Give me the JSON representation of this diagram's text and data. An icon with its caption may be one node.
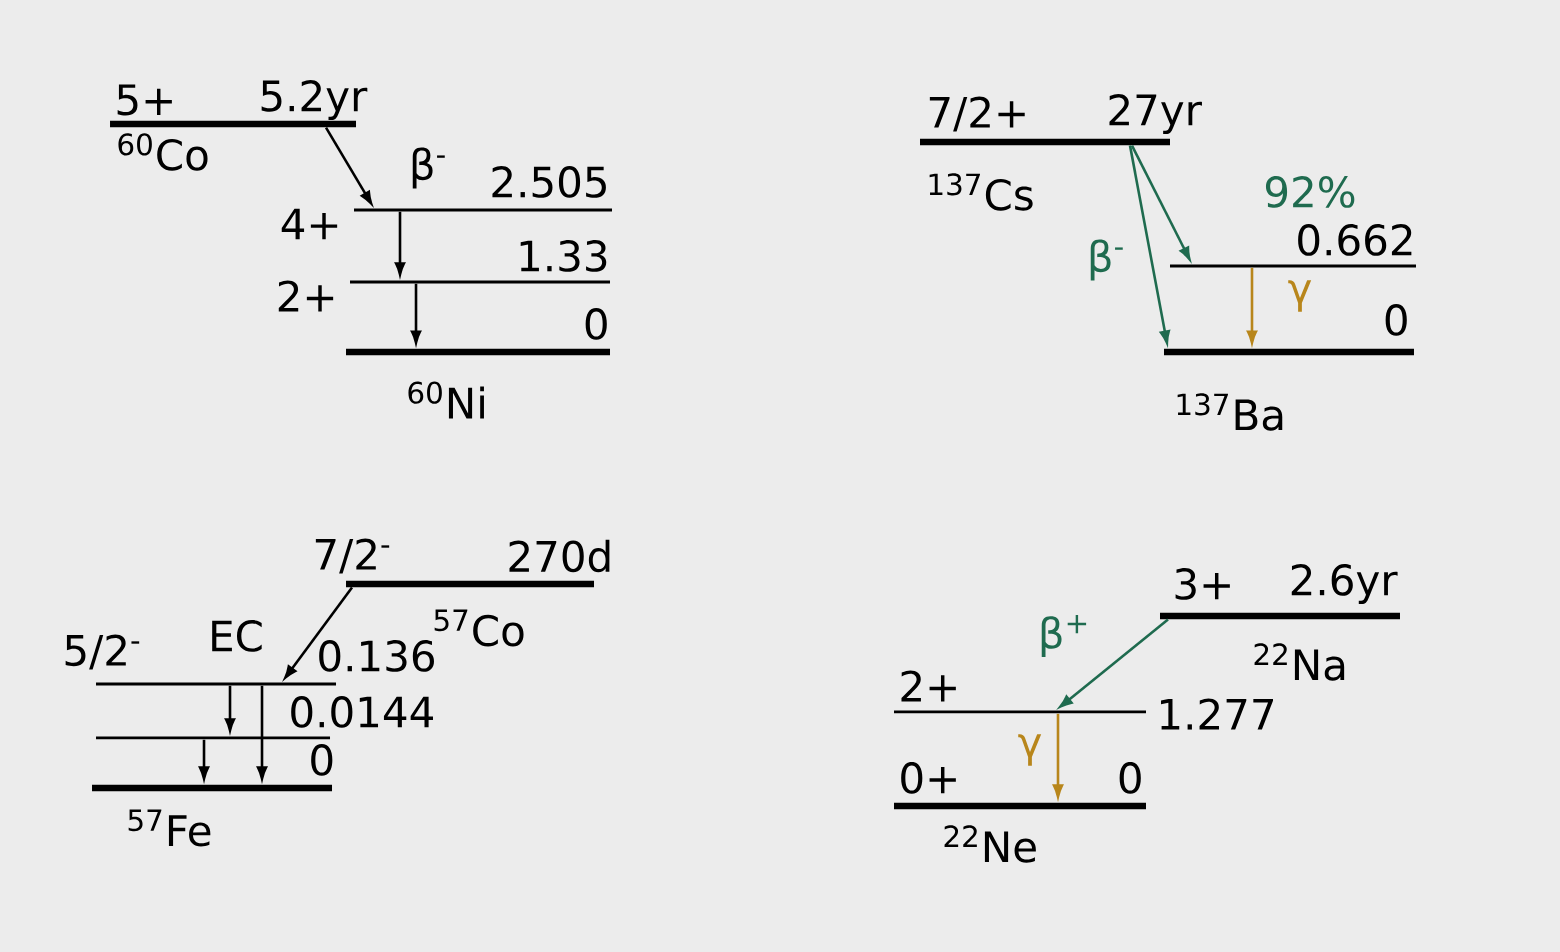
{
  "diagram": {
    "nodes": [
      {
        "text": [
          "5+",
          "5.2yr",
          "$^{60}$Co"
        ]
      },
      {
        "text": [
          "4+",
          "2.505"
        ]
      },
      {
        "text": [
          "2+",
          "1.33"
        ]
      },
      {
        "text": [
          "0",
          "$^{60}$Ni"
        ]
      },
      {
        "text": [
          "7/2+",
          "27yr",
          "$^{137}$Cs"
        ]
      },
      {
        "text": [
          "0.662"
        ]
      },
      {
        "text": [
          "0",
          "$^{137}$Ba"
        ]
      },
      {
        "text": [
          "7/2$^{-}$",
          "270d",
          "$^{57}$Co"
        ]
      },
      {
        "text": [
          "5/2$^{-}$",
          "0.136"
        ]
      },
      {
        "text": [
          "0.0144"
        ]
      },
      {
        "text": [
          "0",
          "$^{57}$Fe"
        ]
      },
      {
        "text": [
          "3+",
          "2.6yr",
          "$^{22}$Na"
        ]
      },
      {
        "text": [
          "2+",
          "1.277"
        ]
      },
      {
        "text": [
          "0+",
          "0",
          "$^{22}$Ne"
        ]
      }
    ],
    "edges": [
      {
        "from": 0,
        "to": 1,
        "arrow": "to",
        "label": "β$^{-}$"
      },
      {
        "from": 1,
        "to": 2,
        "arrow": "to"
      },
      {
        "from": 2,
        "to": 3,
        "arrow": "to"
      },
      {
        "from": 4,
        "to": 5,
        "arrow": "to",
        "label": "92%",
        "color": "#1f6b4f"
      },
      {
        "from": 4,
        "to": 6,
        "arrow": "to",
        "label": "β$^{-}$",
        "color": "#1f6b4f"
      },
      {
        "from": 5,
        "to": 6,
        "arrow": "to",
        "label": "γ",
        "color": "#b8861b"
      },
      {
        "from": 7,
        "to": 8,
        "arrow": "to",
        "label": "EC"
      },
      {
        "from": 8,
        "to": 9,
        "arrow": "to"
      },
      {
        "from": 9,
        "to": 10,
        "arrow": "to"
      },
      {
        "from": 8,
        "to": 10,
        "arrow": "to"
      },
      {
        "from": 11,
        "to": 12,
        "arrow": "to",
        "label": "β$^{+}$",
        "color": "#1f6b4f"
      },
      {
        "from": 12,
        "to": 13,
        "arrow": "to",
        "label": "γ",
        "color": "#b8861b"
      }
    ]
  }
}
